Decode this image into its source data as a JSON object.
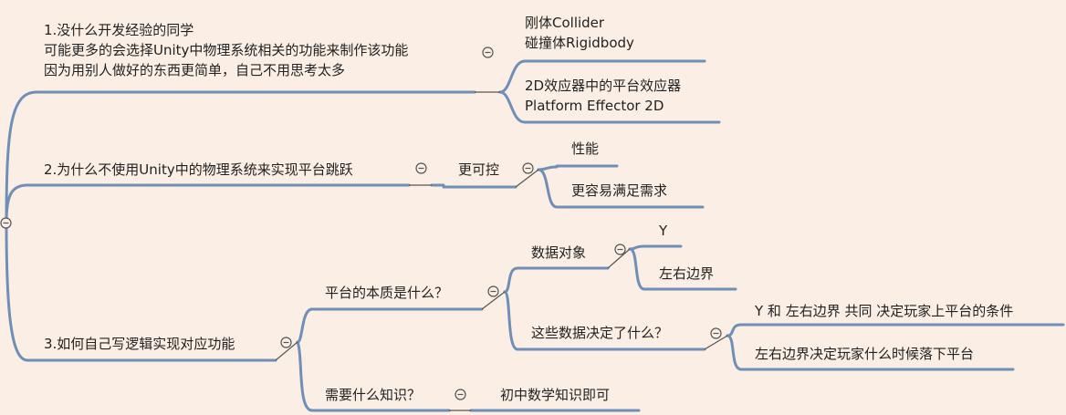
{
  "mindmap": {
    "branches": [
      {
        "title": "1.没什么开发经验的同学\n可能更多的会选择Unity中物理系统相关的功能来制作该功能\n因为用别人做好的东西更简单，自己不用思考太多",
        "children": [
          {
            "label": "刚体Collider\n碰撞体Rigidbody"
          },
          {
            "label": "2D效应器中的平台效应器\nPlatform Effector 2D"
          }
        ]
      },
      {
        "title": "2.为什么不使用Unity中的物理系统来实现平台跳跃",
        "child": "更可控",
        "grandchildren": [
          {
            "label": "性能"
          },
          {
            "label": "更容易满足需求"
          }
        ]
      },
      {
        "title": "3.如何自己写逻辑实现对应功能",
        "children": [
          {
            "label": "平台的本质是什么？",
            "children": [
              {
                "label": "数据对象",
                "children": [
                  {
                    "label": "Y"
                  },
                  {
                    "label": "左右边界"
                  }
                ]
              },
              {
                "label": "这些数据决定了什么？",
                "children": [
                  {
                    "label": "Y 和 左右边界 共同 决定玩家上平台的条件"
                  },
                  {
                    "label": "左右边界决定玩家什么时候落下平台"
                  }
                ]
              }
            ]
          },
          {
            "label": "需要什么知识？",
            "children": [
              {
                "label": "初中数学知识即可"
              }
            ]
          }
        ]
      }
    ],
    "line_color": "#6f8fb8",
    "collapse_color": "#555555"
  }
}
